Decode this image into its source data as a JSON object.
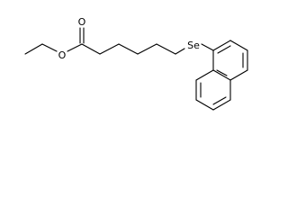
{
  "molecule": {
    "atom_labels": {
      "carbonyl_oxygen": "O",
      "ester_oxygen": "O",
      "selenium": "Se"
    }
  },
  "colors": {
    "background": "#ffffff",
    "bond": "#000000",
    "text": "#000000"
  }
}
